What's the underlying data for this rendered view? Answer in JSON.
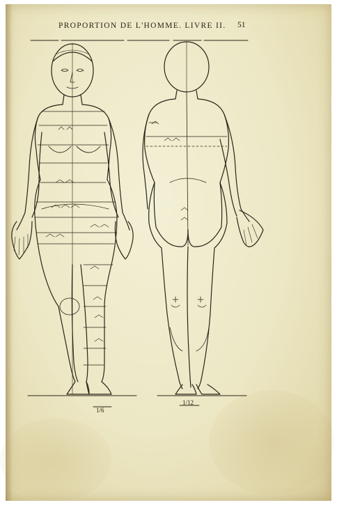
{
  "header": {
    "running_head": "PROPORTION DE L'HOMME. LIVRE II.",
    "page_number": "51"
  },
  "plate": {
    "left_figure_scale_label": "1/6",
    "right_figure_scale_label": "1/12",
    "colors": {
      "paper": "#ece7c4",
      "ink": "#2b2418",
      "stain": "#c9b47a"
    }
  }
}
